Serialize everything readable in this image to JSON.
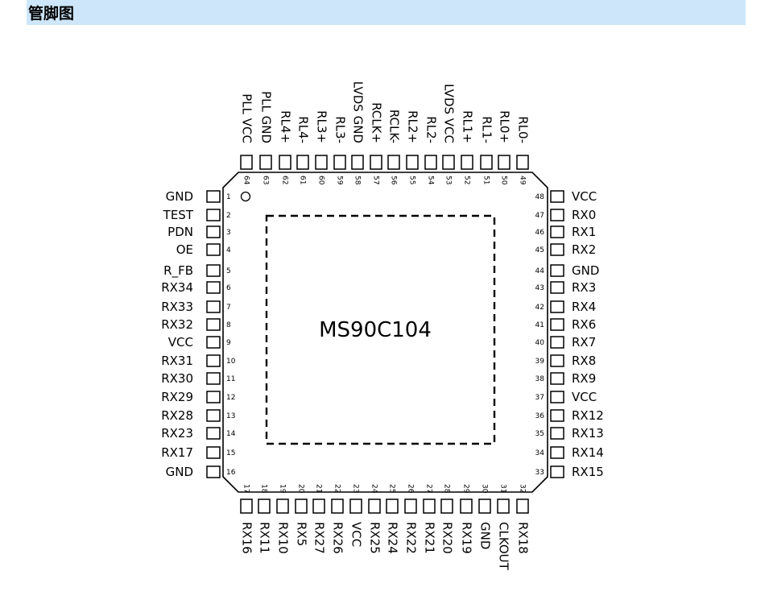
{
  "header": {
    "title": "管脚图"
  },
  "chip": {
    "name": "MS90C104"
  },
  "pins": {
    "left": [
      {
        "num": "1",
        "name": "GND"
      },
      {
        "num": "2",
        "name": "TEST"
      },
      {
        "num": "3",
        "name": "PDN"
      },
      {
        "num": "4",
        "name": "OE"
      },
      {
        "num": "5",
        "name": "R_FB"
      },
      {
        "num": "6",
        "name": "RX34"
      },
      {
        "num": "7",
        "name": "RX33"
      },
      {
        "num": "8",
        "name": "RX32"
      },
      {
        "num": "9",
        "name": "VCC"
      },
      {
        "num": "10",
        "name": "RX31"
      },
      {
        "num": "11",
        "name": "RX30"
      },
      {
        "num": "12",
        "name": "RX29"
      },
      {
        "num": "13",
        "name": "RX28"
      },
      {
        "num": "14",
        "name": "RX23"
      },
      {
        "num": "15",
        "name": "RX17"
      },
      {
        "num": "16",
        "name": "GND"
      }
    ],
    "bottom": [
      {
        "num": "17",
        "name": "RX16"
      },
      {
        "num": "18",
        "name": "RX11"
      },
      {
        "num": "19",
        "name": "RX10"
      },
      {
        "num": "20",
        "name": "RX5"
      },
      {
        "num": "21",
        "name": "RX27"
      },
      {
        "num": "22",
        "name": "RX26"
      },
      {
        "num": "23",
        "name": "VCC"
      },
      {
        "num": "24",
        "name": "RX25"
      },
      {
        "num": "25",
        "name": "RX24"
      },
      {
        "num": "26",
        "name": "RX22"
      },
      {
        "num": "27",
        "name": "RX21"
      },
      {
        "num": "28",
        "name": "RX20"
      },
      {
        "num": "29",
        "name": "RX19"
      },
      {
        "num": "30",
        "name": "GND"
      },
      {
        "num": "31",
        "name": "CLKOUT"
      },
      {
        "num": "32",
        "name": "RX18"
      }
    ],
    "right": [
      {
        "num": "33",
        "name": "RX15"
      },
      {
        "num": "34",
        "name": "RX14"
      },
      {
        "num": "35",
        "name": "RX13"
      },
      {
        "num": "36",
        "name": "RX12"
      },
      {
        "num": "37",
        "name": "VCC"
      },
      {
        "num": "38",
        "name": "RX9"
      },
      {
        "num": "39",
        "name": "RX8"
      },
      {
        "num": "40",
        "name": "RX7"
      },
      {
        "num": "41",
        "name": "RX6"
      },
      {
        "num": "42",
        "name": "RX4"
      },
      {
        "num": "43",
        "name": "RX3"
      },
      {
        "num": "44",
        "name": "GND"
      },
      {
        "num": "45",
        "name": "RX2"
      },
      {
        "num": "46",
        "name": "RX1"
      },
      {
        "num": "47",
        "name": "RX0"
      },
      {
        "num": "48",
        "name": "VCC"
      }
    ],
    "top": [
      {
        "num": "49",
        "name": "RL0-"
      },
      {
        "num": "50",
        "name": "RL0+"
      },
      {
        "num": "51",
        "name": "RL1-"
      },
      {
        "num": "52",
        "name": "RL1+"
      },
      {
        "num": "53",
        "name": "LVDS VCC"
      },
      {
        "num": "54",
        "name": "RL2-"
      },
      {
        "num": "55",
        "name": "RL2+"
      },
      {
        "num": "56",
        "name": "RCLK-"
      },
      {
        "num": "57",
        "name": "RCLK+"
      },
      {
        "num": "58",
        "name": "LVDS GND"
      },
      {
        "num": "59",
        "name": "RL3-"
      },
      {
        "num": "60",
        "name": "RL3+"
      },
      {
        "num": "61",
        "name": "RL4-"
      },
      {
        "num": "62",
        "name": "RL4+"
      },
      {
        "num": "63",
        "name": "PLL GND"
      },
      {
        "num": "64",
        "name": "PLL VCC"
      }
    ]
  }
}
